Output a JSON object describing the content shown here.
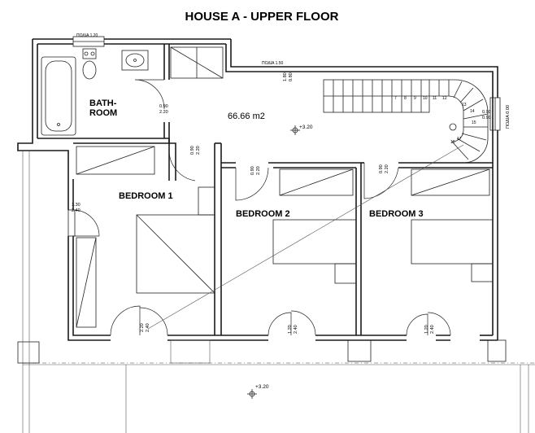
{
  "title": "HOUSE A - UPPER FLOOR",
  "rooms": {
    "bathroom_line1": "BATH-",
    "bathroom_line2": "ROOM",
    "bedroom1": "BEDROOM 1",
    "bedroom2": "BEDROOM 2",
    "bedroom3": "BEDROOM 3"
  },
  "area": "66.66 m2",
  "levels": {
    "upper": "+3.20",
    "lower": "+3.20"
  },
  "sill_labels": {
    "top_window": "ΠΟΔΙΑ 1.20",
    "hall_window": "ΠΟΔΙΑ 1.50",
    "right_window": "ΠΟΔΙΑ 0.00"
  },
  "door_dims": {
    "bath_door": [
      "0.90",
      "2.20"
    ],
    "hall_door_small": [
      "1.80",
      "0.80"
    ],
    "bed1_door": [
      "0.90",
      "2.20"
    ],
    "bed2_door": [
      "0.90",
      "2.20"
    ],
    "bed3_door": [
      "0.90",
      "2.20"
    ],
    "left_window": [
      "1.30",
      "2.40"
    ],
    "stair_window": [
      "0.90",
      "0.90"
    ],
    "bed1_balcony": [
      "2.20",
      "2.40"
    ],
    "bed2_balcony": [
      "1.20",
      "2.40"
    ],
    "bed3_balcony": [
      "1.20",
      "2.40"
    ]
  },
  "stair_numbers": [
    "7",
    "8",
    "9",
    "10",
    "11",
    "12",
    "13",
    "14",
    "15",
    "16",
    "17"
  ]
}
